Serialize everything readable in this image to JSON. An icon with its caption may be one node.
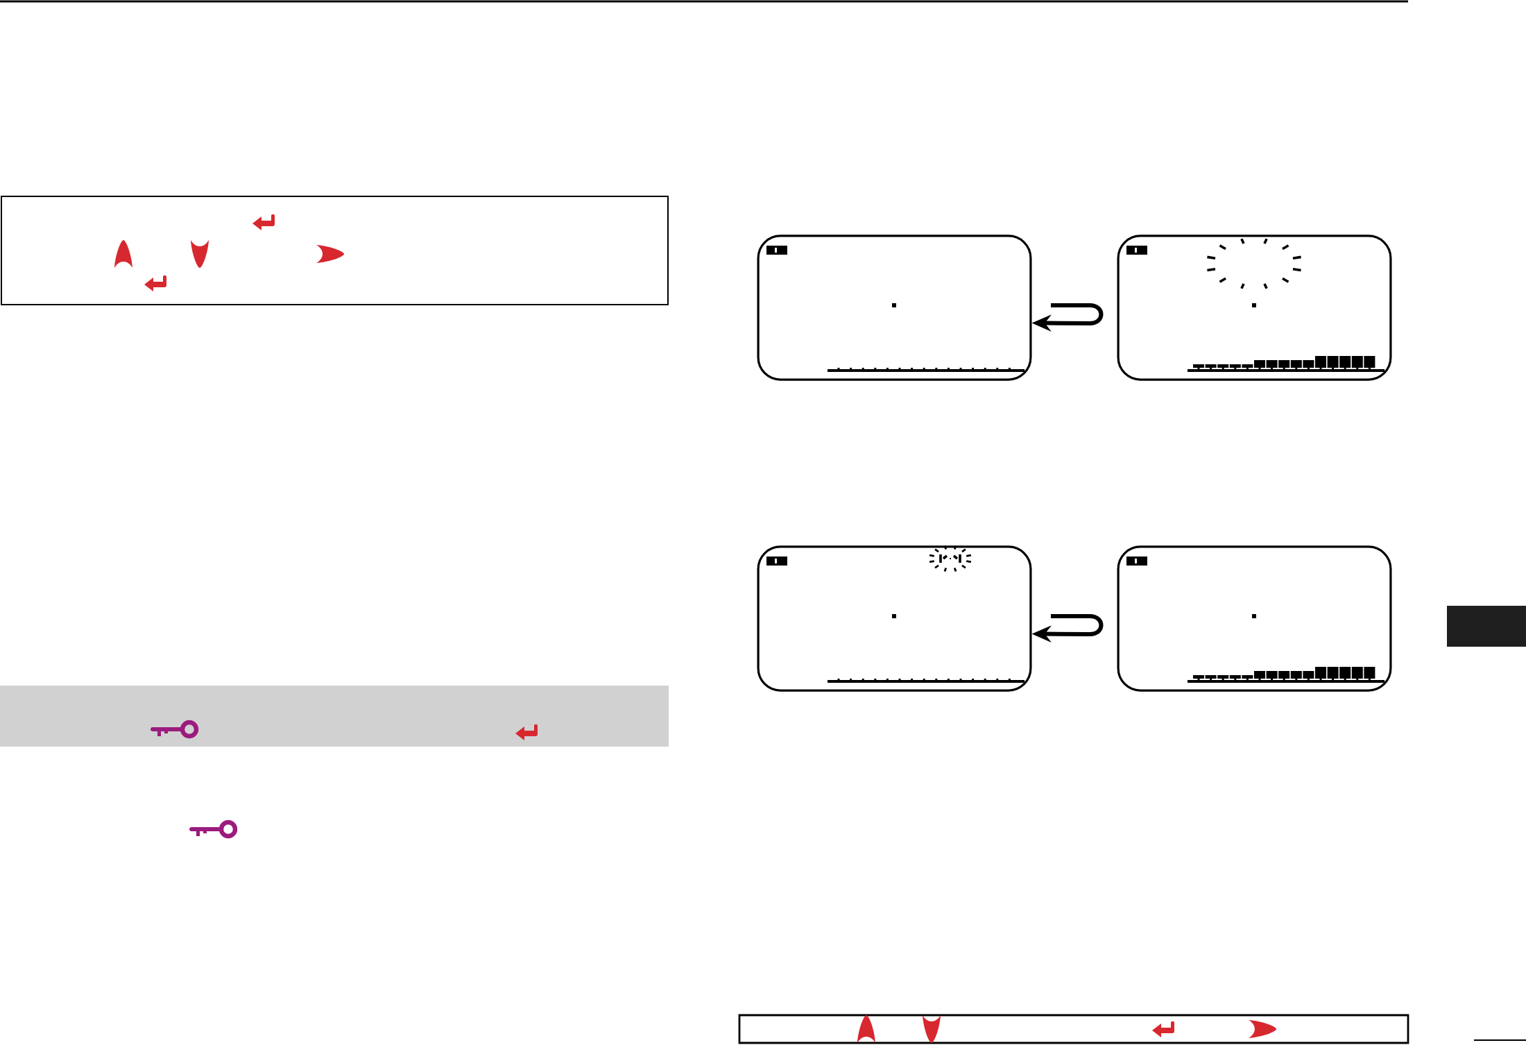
{
  "diagram": {
    "nodes": [
      {
        "text": [],
        "shape": "box"
      },
      {
        "text": [],
        "shape": "box"
      },
      {
        "text": [],
        "shape": "box"
      },
      {
        "text": [],
        "shape": "box"
      },
      {
        "text": [],
        "shape": "bar"
      }
    ],
    "edges": [
      {
        "from": null,
        "to": 0,
        "arrow": "to"
      },
      {
        "from": null,
        "to": 2,
        "arrow": "to"
      }
    ]
  }
}
